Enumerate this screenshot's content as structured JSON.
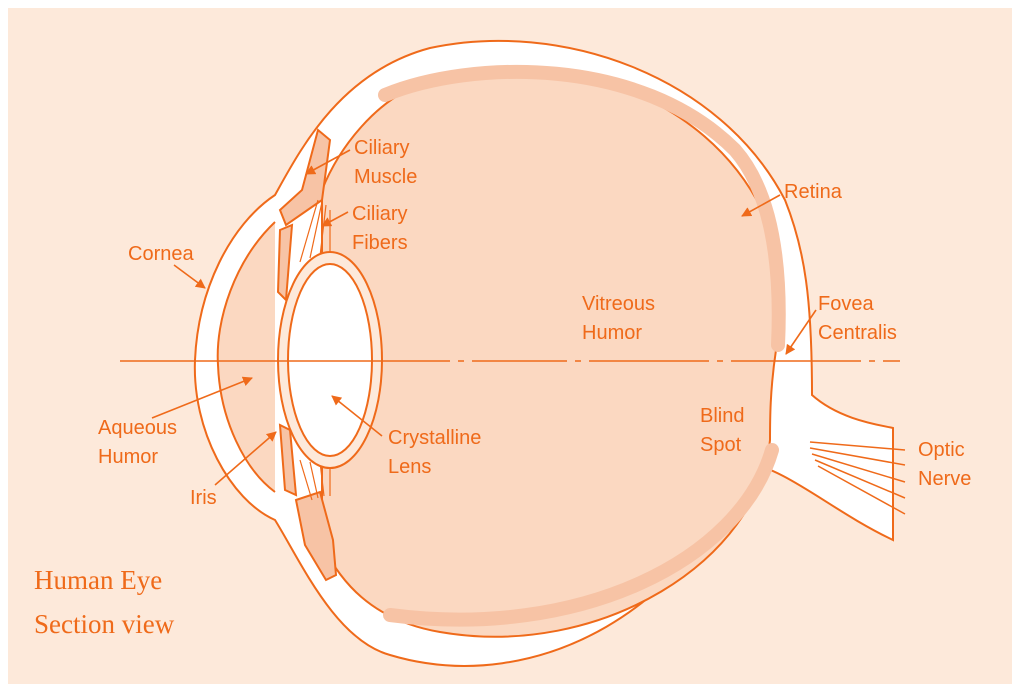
{
  "diagram": {
    "title": [
      "Human Eye",
      "Section view"
    ],
    "labels": {
      "ciliary_muscle": [
        "Ciliary",
        "Muscle"
      ],
      "ciliary_fibers": [
        "Ciliary",
        "Fibers"
      ],
      "cornea": [
        "Cornea"
      ],
      "retina": [
        "Retina"
      ],
      "vitreous_humor": [
        "Vitreous",
        "Humor"
      ],
      "fovea_centralis": [
        "Fovea",
        "Centralis"
      ],
      "aqueous_humor": [
        "Aqueous",
        "Humor"
      ],
      "iris": [
        "Iris"
      ],
      "crystalline_lens": [
        "Crystalline",
        "Lens"
      ],
      "blind_spot": [
        "Blind",
        "Spot"
      ],
      "optic_nerve": [
        "Optic",
        "Nerve"
      ]
    },
    "colors": {
      "stroke": "#ef6a1a",
      "background": "#fde9da",
      "fill_light": "#fbd8c1",
      "fill_medium": "#f7c3a5",
      "fill_white": "#ffffff"
    }
  }
}
